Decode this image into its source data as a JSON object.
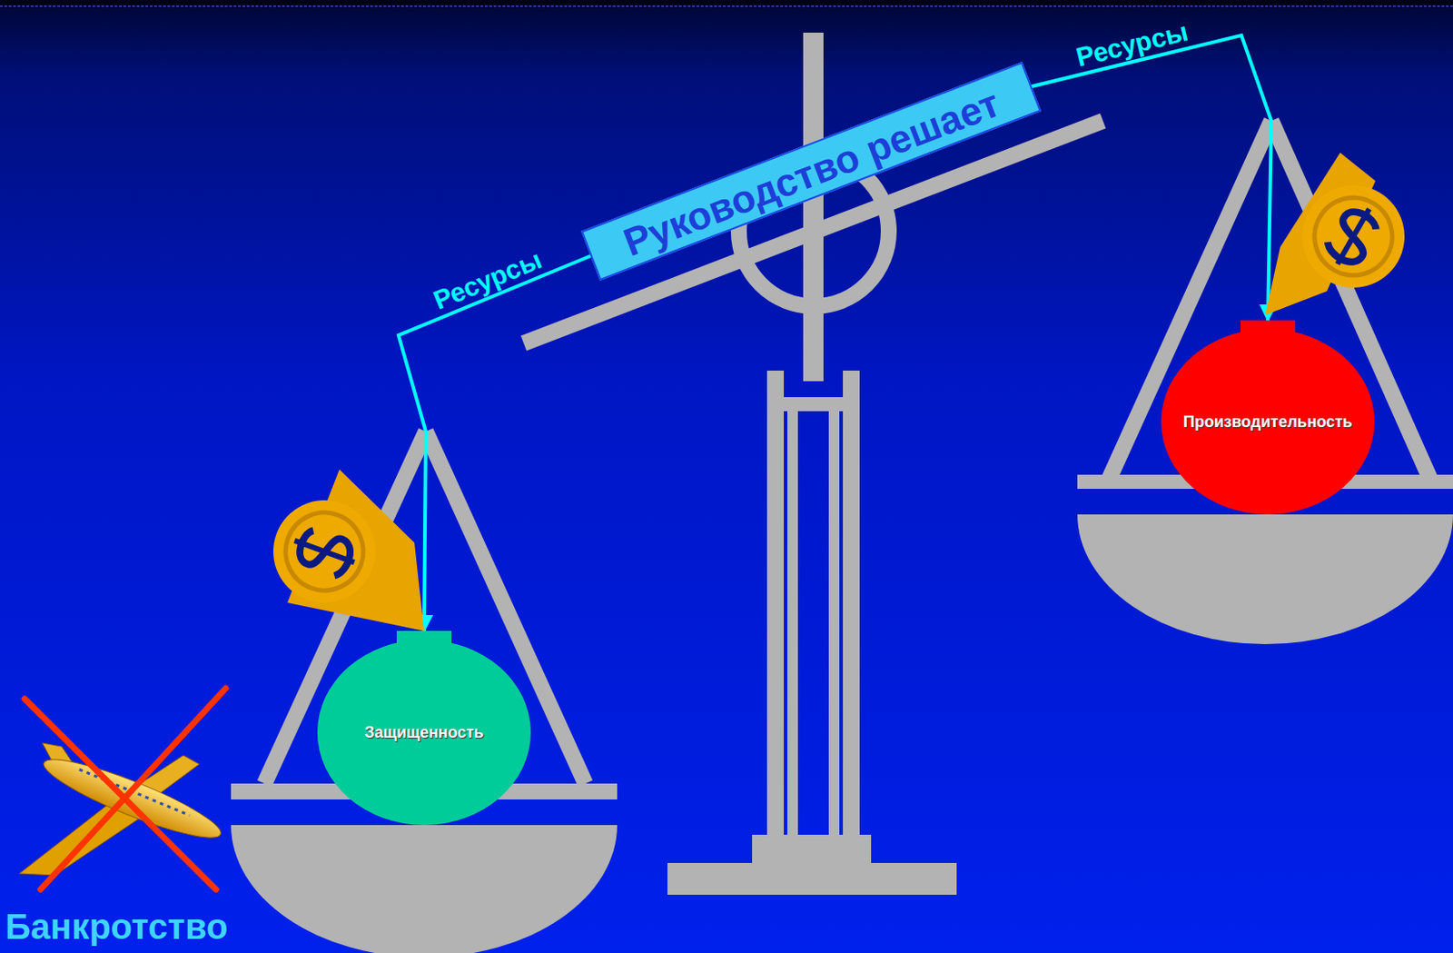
{
  "diagram": {
    "nodes": [
      {
        "text": [
          "Руководство решает"
        ]
      },
      {
        "text": [
          "Защищенность"
        ]
      },
      {
        "text": [
          "Производительность"
        ]
      }
    ],
    "edges": [
      {
        "from": 0,
        "to": 1,
        "label": "Ресурсы",
        "arrow": "to"
      },
      {
        "from": 0,
        "to": 2,
        "label": "Ресурсы",
        "arrow": "to"
      }
    ],
    "labels": [
      "Банкротство"
    ]
  }
}
